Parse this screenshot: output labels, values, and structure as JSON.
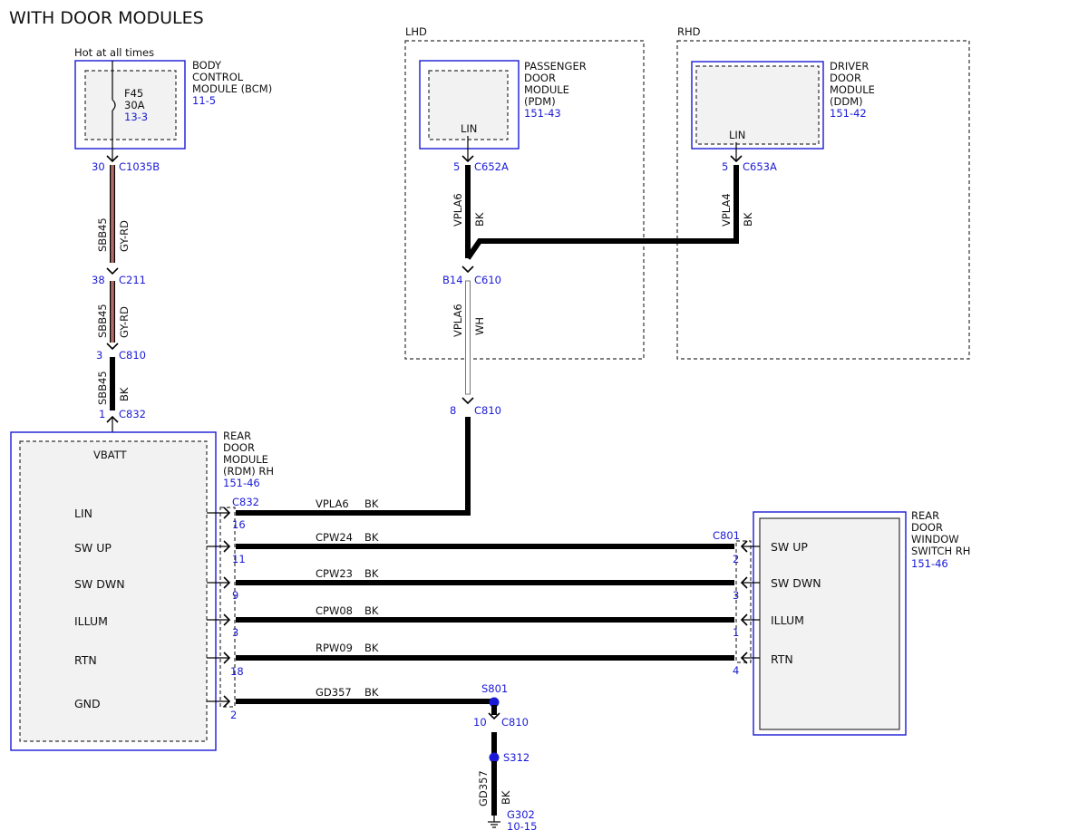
{
  "title": "WITH DOOR MODULES",
  "lhd_label": "LHD",
  "rhd_label": "RHD",
  "bcm": {
    "hot": "Hot at all times",
    "name": [
      "BODY",
      "CONTROL",
      "MODULE (BCM)"
    ],
    "ref": "11-5",
    "fuse": "F45",
    "amps": "30A",
    "fuse_ref": "13-3"
  },
  "pdm": {
    "name": [
      "PASSENGER",
      "DOOR",
      "MODULE",
      "(PDM)"
    ],
    "ref": "151-43",
    "pin_label": "LIN"
  },
  "ddm": {
    "name": [
      "DRIVER",
      "DOOR",
      "MODULE",
      "(DDM)"
    ],
    "ref": "151-42",
    "pin_label": "LIN"
  },
  "rdm": {
    "name": [
      "REAR",
      "DOOR",
      "MODULE",
      "(RDM) RH"
    ],
    "ref": "151-46",
    "top_label": "VBATT"
  },
  "switch": {
    "name": [
      "REAR",
      "DOOR",
      "WINDOW",
      "SWITCH RH"
    ],
    "ref": "151-46"
  },
  "connectors": {
    "c1035b": {
      "pin": "30",
      "name": "C1035B"
    },
    "c211": {
      "pin": "38",
      "name": "C211"
    },
    "c810a": {
      "pin": "3",
      "name": "C810"
    },
    "c832a": {
      "pin": "1",
      "name": "C832"
    },
    "c652a": {
      "pin": "5",
      "name": "C652A"
    },
    "c653a": {
      "pin": "5",
      "name": "C653A"
    },
    "c610": {
      "pin": "B14",
      "name": "C610"
    },
    "c810b": {
      "pin": "8",
      "name": "C810"
    },
    "c832_side": "C832",
    "c801": "C801",
    "c810c": {
      "pin": "10",
      "name": "C810"
    }
  },
  "wires": {
    "sbb45_a": {
      "circuit": "SBB45",
      "color": "GY-RD"
    },
    "sbb45_b": {
      "circuit": "SBB45",
      "color": "GY-RD"
    },
    "sbb45_c": {
      "circuit": "SBB45",
      "color": "BK"
    },
    "vpla6_a": {
      "circuit": "VPLA6",
      "color": "BK"
    },
    "vpla4": {
      "circuit": "VPLA4",
      "color": "BK"
    },
    "vpla6_b": {
      "circuit": "VPLA6",
      "color": "WH"
    },
    "gd357_v": {
      "circuit": "GD357",
      "color": "BK"
    }
  },
  "rows": [
    {
      "label": "LIN",
      "left_pin": "16",
      "circuit": "VPLA6",
      "color": "BK",
      "right_pin": "",
      "right_label": ""
    },
    {
      "label": "SW UP",
      "left_pin": "11",
      "circuit": "CPW24",
      "color": "BK",
      "right_pin": "2",
      "right_label": "SW UP"
    },
    {
      "label": "SW DWN",
      "left_pin": "9",
      "circuit": "CPW23",
      "color": "BK",
      "right_pin": "3",
      "right_label": "SW DWN"
    },
    {
      "label": "ILLUM",
      "left_pin": "3",
      "circuit": "CPW08",
      "color": "BK",
      "right_pin": "1",
      "right_label": "ILLUM"
    },
    {
      "label": "RTN",
      "left_pin": "18",
      "circuit": "RPW09",
      "color": "BK",
      "right_pin": "4",
      "right_label": "RTN"
    },
    {
      "label": "GND",
      "left_pin": "2",
      "circuit": "GD357",
      "color": "BK",
      "right_pin": "",
      "right_label": ""
    }
  ],
  "splices": {
    "s801": "S801",
    "s312": "S312"
  },
  "ground": {
    "name": "G302",
    "ref": "10-15"
  },
  "colors": {
    "module_border": "#1a1ad6",
    "reference_text": "#1a1ad6",
    "gy_rd_wire": "#b06a6a",
    "module_fill": "#f2f2f2"
  }
}
